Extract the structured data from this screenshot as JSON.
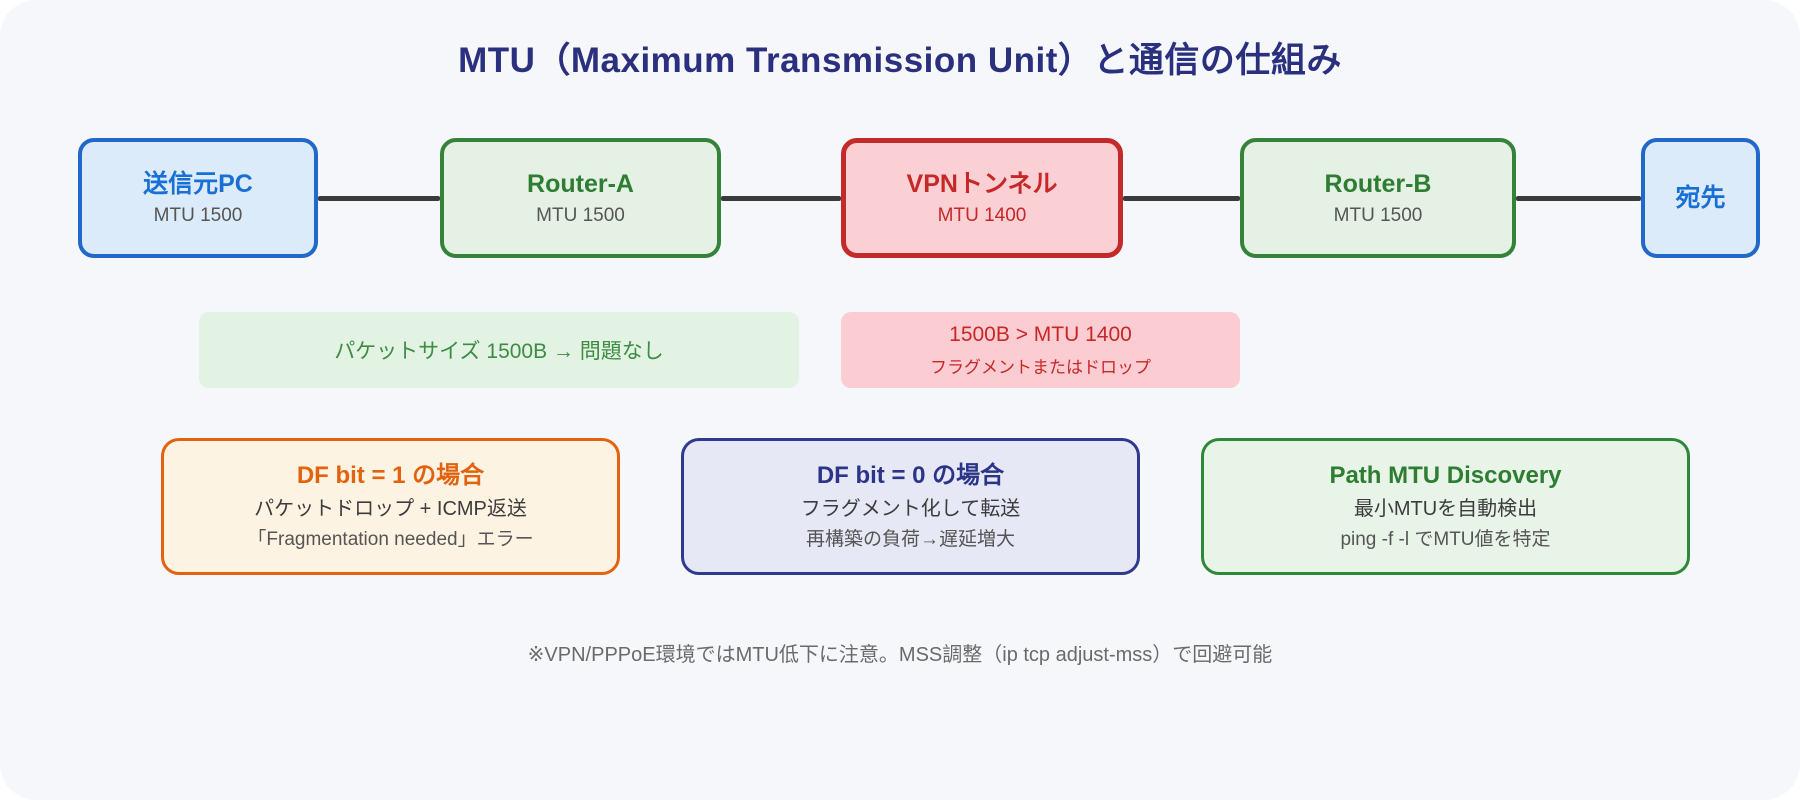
{
  "title": "MTU（Maximum Transmission Unit）と通信の仕組み",
  "colors": {
    "background": "#f5f7fa",
    "title_text": "#2a2f7e",
    "blue_border": "#2268c8",
    "blue_fill": "#dcebfa",
    "blue_text": "#1a6fd4",
    "green_border": "#35823a",
    "green_fill": "#e4f1e4",
    "green_text": "#2e7d32",
    "red_border": "#c32b2b",
    "red_fill": "#fbd0d4",
    "red_text": "#c62828",
    "orange_border": "#e2620f",
    "orange_fill": "#fdf3e2",
    "navy_border": "#2f3a8e",
    "navy_fill": "#e6e8f6",
    "connector_line": "#3a3a3a"
  },
  "nodes": [
    {
      "label": "送信元PC",
      "sub": "MTU 1500",
      "type": "blue"
    },
    {
      "label": "Router-A",
      "sub": "MTU 1500",
      "type": "green"
    },
    {
      "label": "VPNトンネル",
      "sub": "MTU 1400",
      "type": "red"
    },
    {
      "label": "Router-B",
      "sub": "MTU 1500",
      "type": "green"
    },
    {
      "label": "宛先",
      "sub": "",
      "type": "blue"
    }
  ],
  "status_notes": [
    {
      "lines": [
        "パケットサイズ 1500B → 問題なし"
      ],
      "type": "green"
    },
    {
      "lines": [
        "1500B > MTU 1400",
        "フラグメントまたはドロップ"
      ],
      "type": "red"
    }
  ],
  "info_cards": [
    {
      "title": "DF bit = 1 の場合",
      "line1": "パケットドロップ + ICMP返送",
      "line2": "「Fragmentation needed」エラー",
      "type": "orange"
    },
    {
      "title": "DF bit = 0 の場合",
      "line1": "フラグメント化して転送",
      "line2": "再構築の負荷→遅延増大",
      "type": "navy"
    },
    {
      "title": "Path MTU Discovery",
      "line1": "最小MTUを自動検出",
      "line2": "ping -f -l でMTU値を特定",
      "type": "green"
    }
  ],
  "footnote": "※VPN/PPPoE環境ではMTU低下に注意。MSS調整（ip tcp adjust-mss）で回避可能"
}
